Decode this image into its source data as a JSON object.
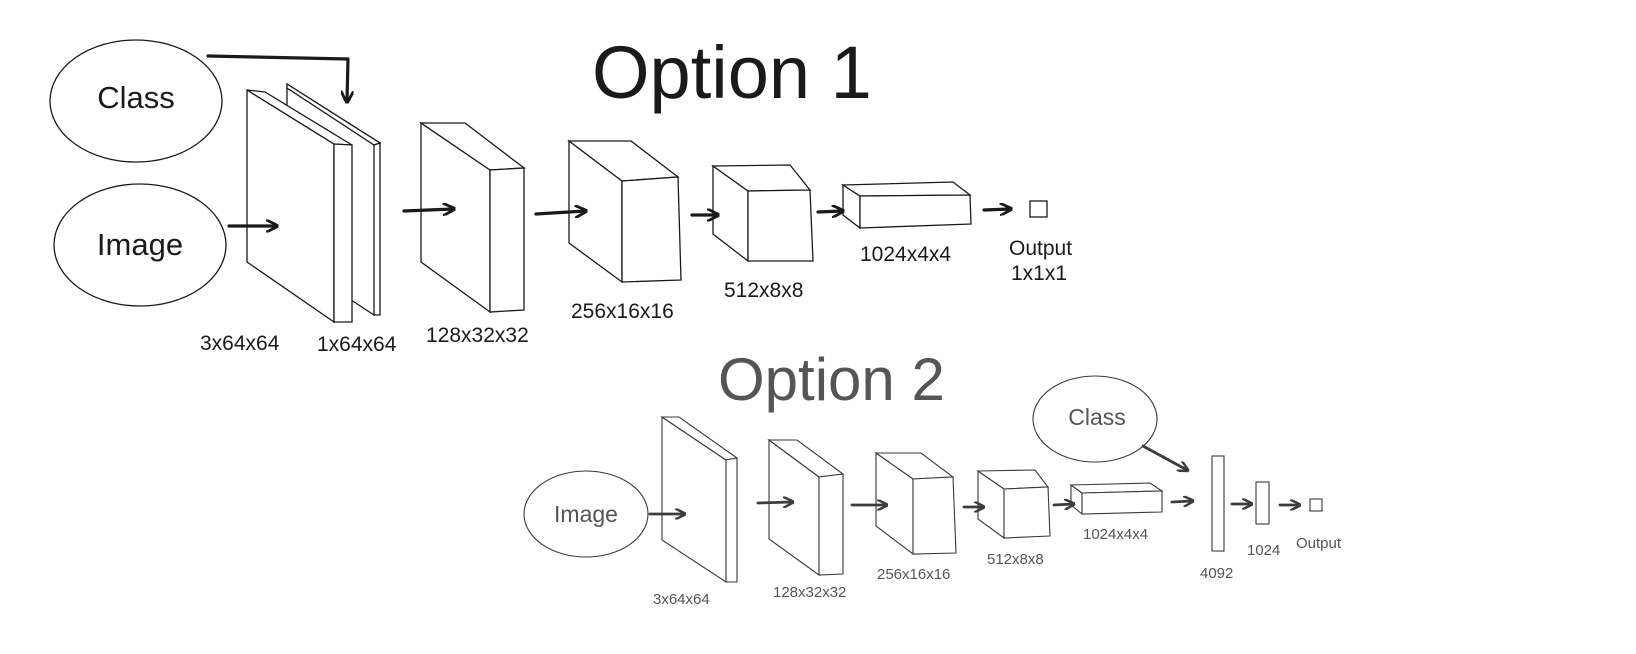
{
  "option1": {
    "title": "Option 1",
    "class_label": "Class",
    "image_label": "Image",
    "layers": [
      "3x64x64",
      "1x64x64",
      "128x32x32",
      "256x16x16",
      "512x8x8",
      "1024x4x4"
    ],
    "output_label": "Output",
    "output_size": "1x1x1"
  },
  "option2": {
    "title": "Option 2",
    "class_label": "Class",
    "image_label": "Image",
    "layers": [
      "3x64x64",
      "128x32x32",
      "256x16x16",
      "512x8x8",
      "1024x4x4",
      "4092",
      "1024"
    ],
    "output_label": "Output"
  },
  "colors": {
    "option1_text": "#1a1a1a",
    "option2_text": "#555555",
    "background": "#ffffff"
  }
}
